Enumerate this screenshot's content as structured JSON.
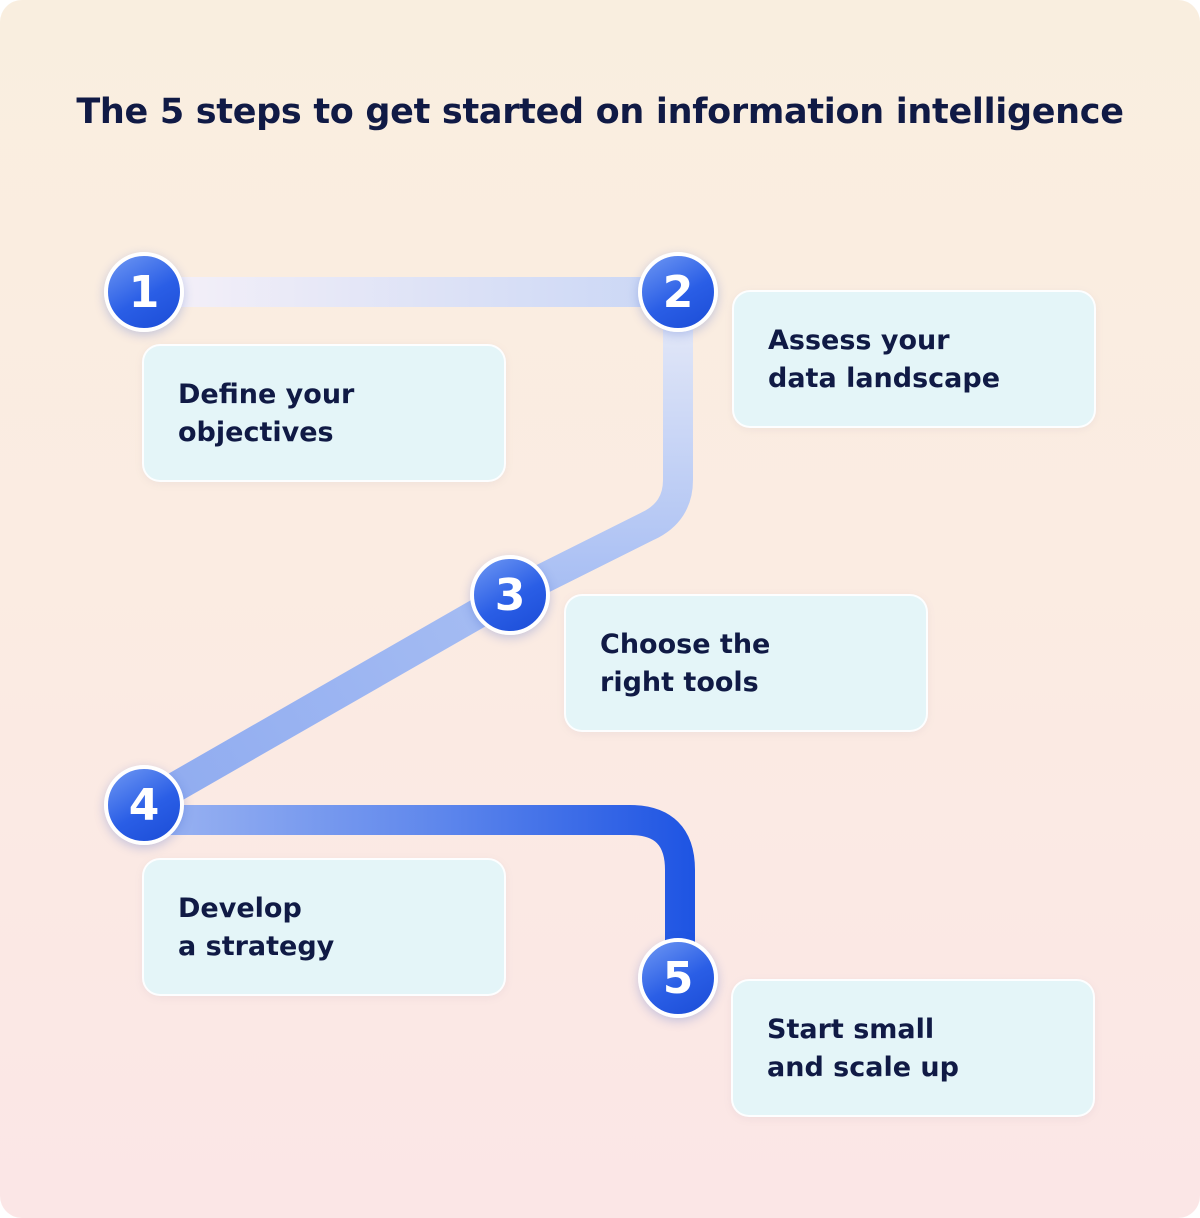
{
  "title": "The 5 steps to get started on information intelligence",
  "steps": [
    {
      "number": "1",
      "lines": [
        "Define your",
        "objectives"
      ]
    },
    {
      "number": "2",
      "lines": [
        "Assess your",
        "data landscape"
      ]
    },
    {
      "number": "3",
      "lines": [
        "Choose the",
        "right tools"
      ]
    },
    {
      "number": "4",
      "lines": [
        "Develop",
        "a strategy"
      ]
    },
    {
      "number": "5",
      "lines": [
        "Start small",
        "and scale up"
      ]
    }
  ],
  "colors": {
    "title": "#101a45",
    "circle": "#2a5ee6",
    "box": "#e4f5f8",
    "path_light": "#f3eefc",
    "path_dark": "#1f55e3"
  }
}
